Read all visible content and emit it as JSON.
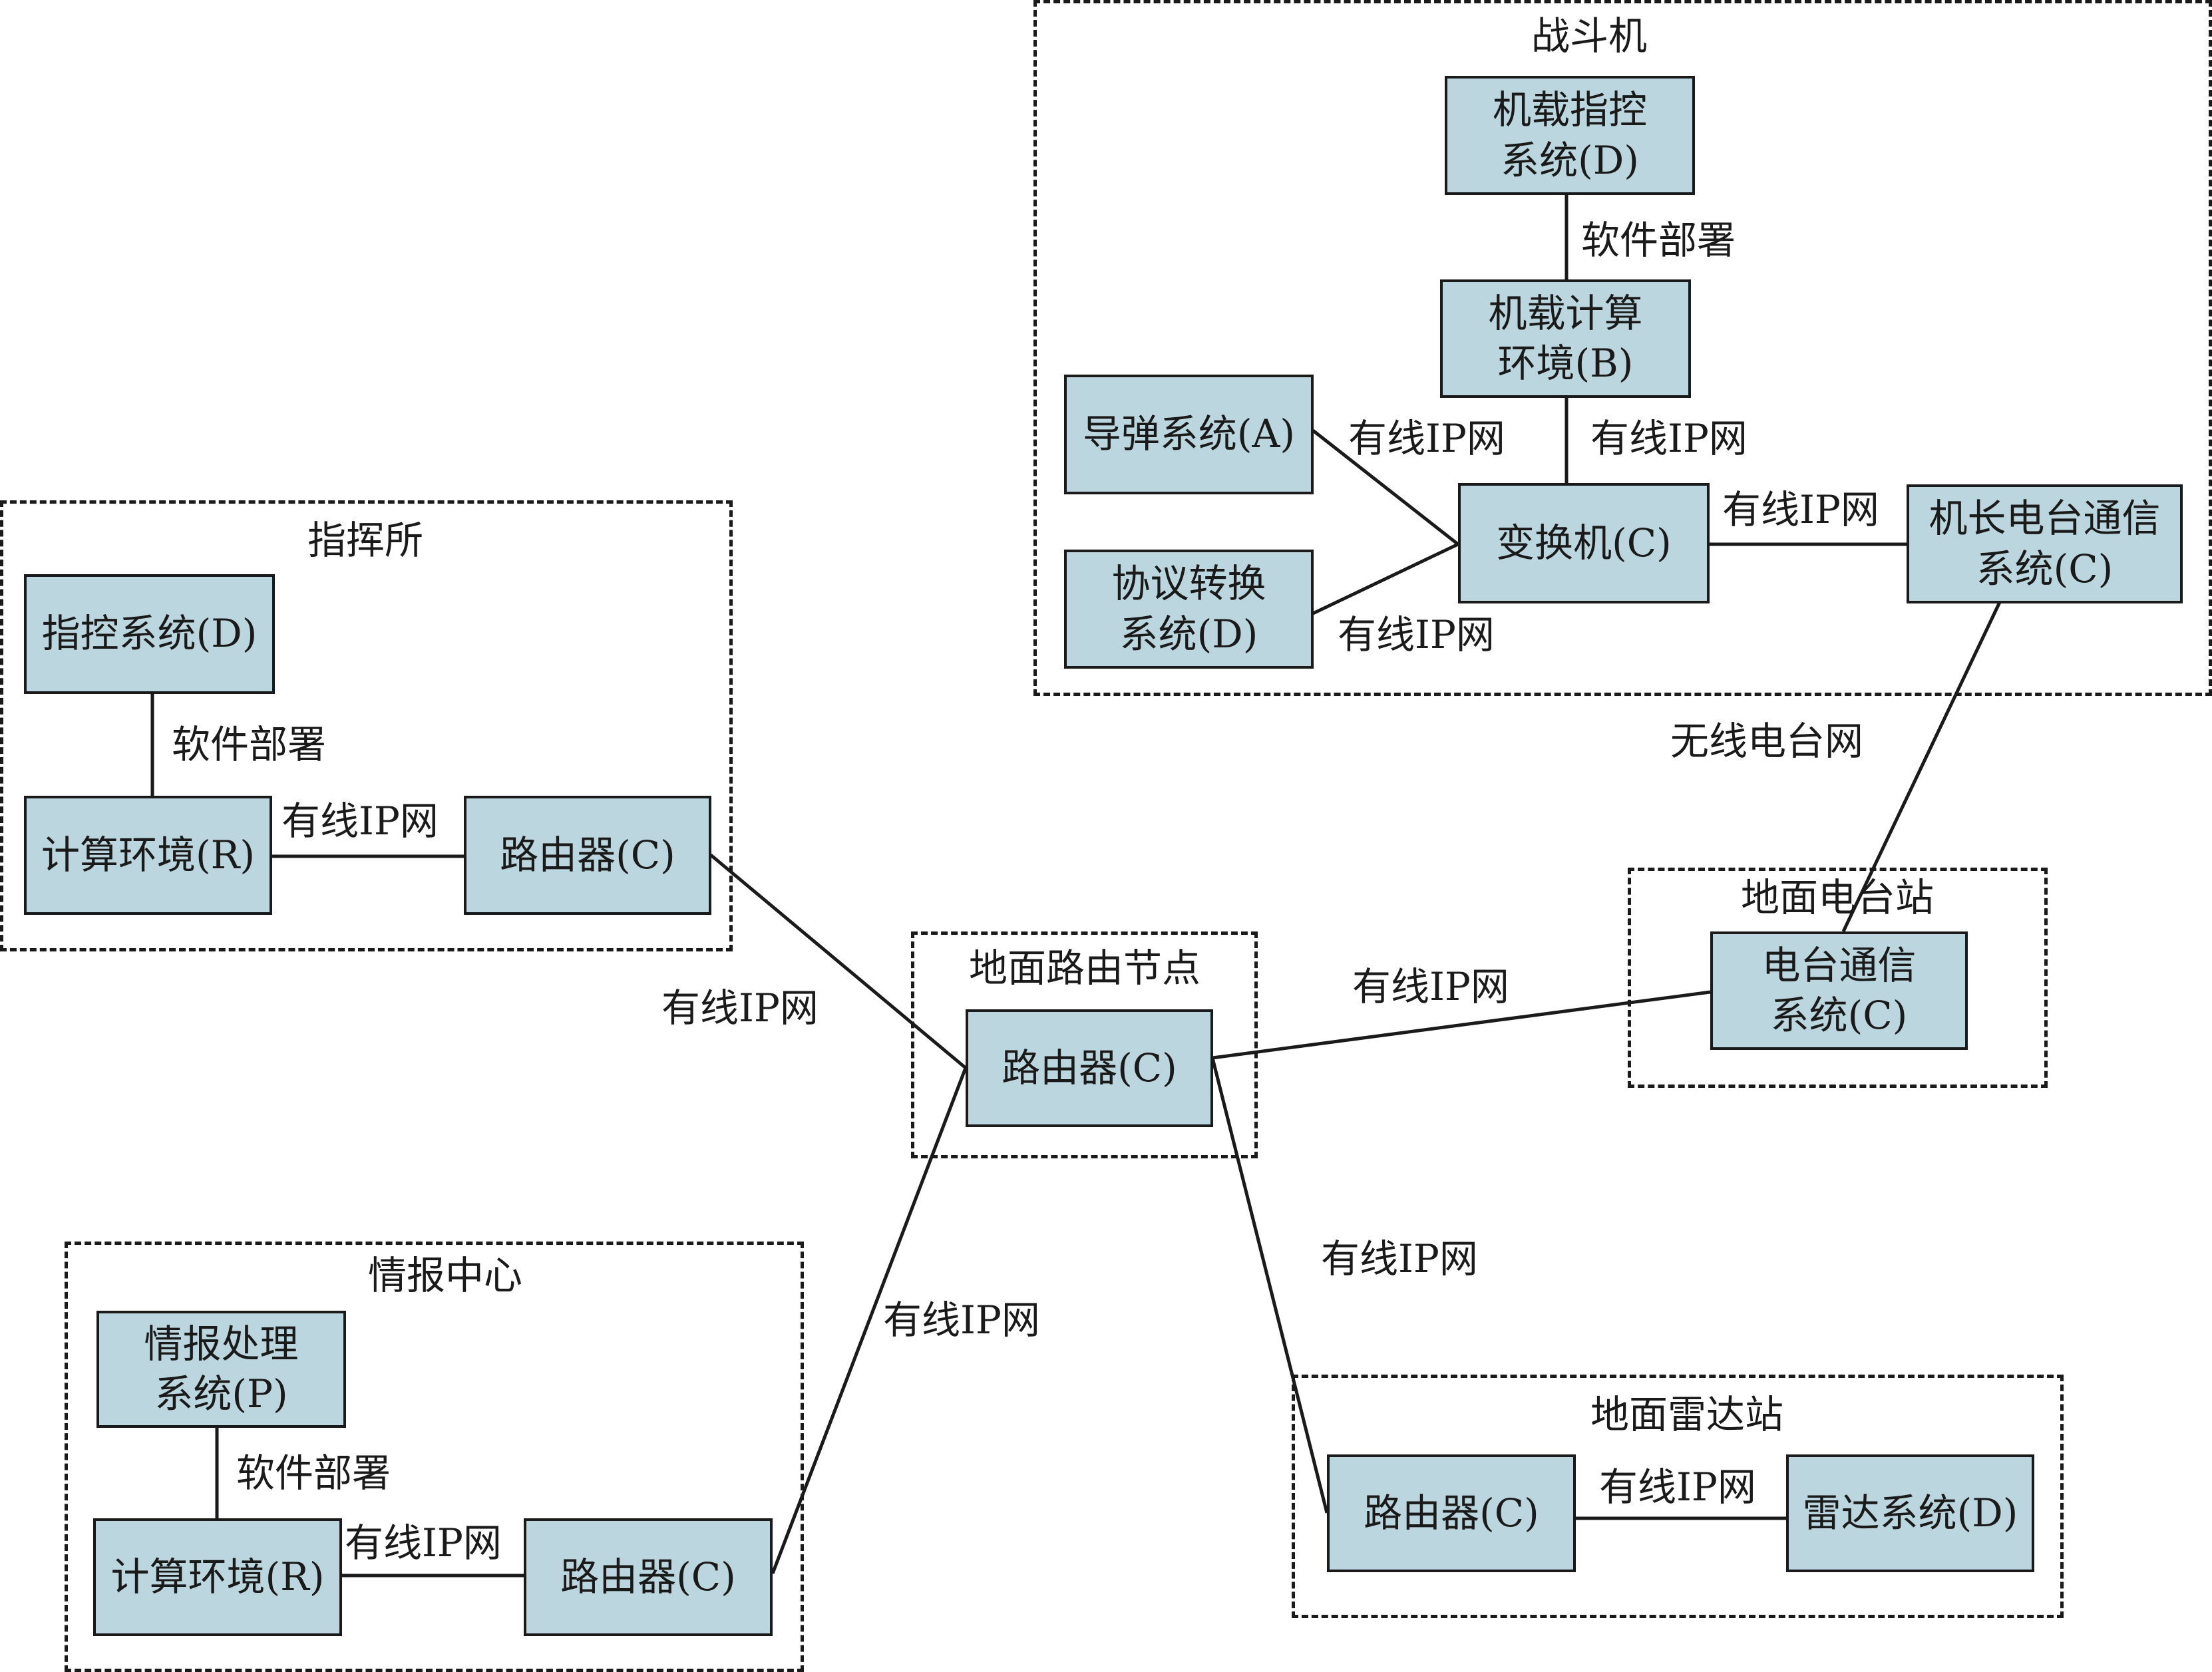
{
  "groups": {
    "fighter": {
      "title": "战斗机"
    },
    "command_post": {
      "title": "指挥所"
    },
    "ground_routing": {
      "title": "地面路由节点"
    },
    "ground_radio": {
      "title": "地面电台站"
    },
    "intel_center": {
      "title": "情报中心"
    },
    "ground_radar": {
      "title": "地面雷达站"
    }
  },
  "nodes": {
    "airborne_c2": "机载指控\n系统(D)",
    "airborne_compute": "机载计算\n环境(B)",
    "missile_system": "导弹系统(A)",
    "protocol_converter": "协议转换\n系统(D)",
    "switch": "变换机(C)",
    "captain_radio": "机长电台通信\n系统(C)",
    "cp_c2": "指控系统(D)",
    "cp_compute": "计算环境(R)",
    "cp_router": "路由器(C)",
    "hub_router": "路由器(C)",
    "radio_comm": "电台通信\n系统(C)",
    "intel_processing": "情报处理\n系统(P)",
    "intel_compute": "计算环境(R)",
    "intel_router": "路由器(C)",
    "radar_router": "路由器(C)",
    "radar_system": "雷达系统(D)"
  },
  "edge_labels": {
    "fighter_deploy": "软件部署",
    "missile_switch": "有线IP网",
    "compute_switch": "有线IP网",
    "protocol_switch": "有线IP网",
    "switch_captain": "有线IP网",
    "wireless": "无线电台网",
    "cp_deploy": "软件部署",
    "cp_compute_router": "有线IP网",
    "cp_to_hub": "有线IP网",
    "hub_to_radio": "有线IP网",
    "hub_to_intel": "有线IP网",
    "hub_to_radar": "有线IP网",
    "intel_deploy": "软件部署",
    "intel_compute_router": "有线IP网",
    "radar_router_system": "有线IP网"
  }
}
